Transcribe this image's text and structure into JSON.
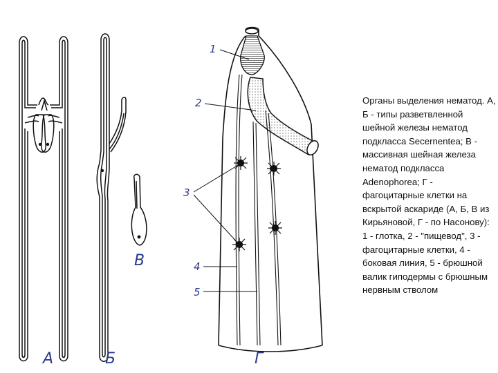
{
  "figure": {
    "panel_labels": {
      "a": "А",
      "b": "Б",
      "c": "В",
      "d": "Г"
    },
    "part_numbers": [
      "1",
      "2",
      "3",
      "4",
      "5"
    ]
  },
  "caption": "Органы выделения нематод. А, Б - типы разветвленной шейной железы нематод подкласса Secernentea; В - массивная шейная железа нематод подкласса Adenophorea; Г - фагоцитарные клетки на вскрытой аскариде (А, Б, В из Кирьяновой, Г - по Насонову): 1 - глотка, 2 - \"пищевод\", 3 - фагоцитарные клетки, 4 - боковая линия, 5 - брюшной валик гиподермы с брюшным нервным стволом",
  "colors": {
    "ink": "#111111",
    "label": "#2b3a8c",
    "caption": "#111111"
  }
}
